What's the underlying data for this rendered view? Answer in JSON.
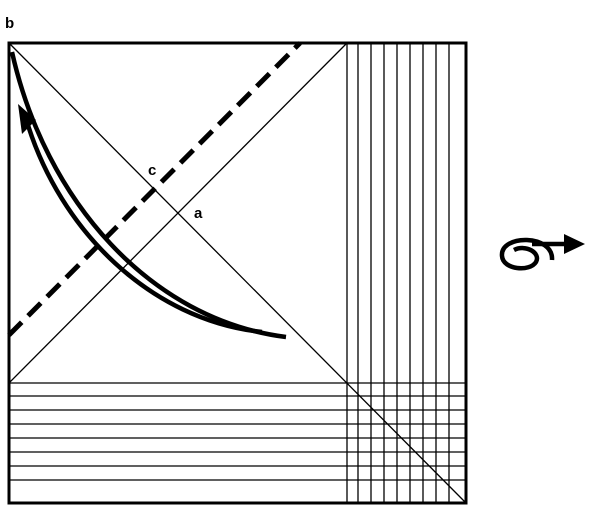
{
  "labels": {
    "corner": "b",
    "intersection_upper": "c",
    "intersection_lower": "a"
  },
  "icons": {
    "turn_over": "turn-over-arrow-icon",
    "fold_arrow": "curved-fold-arrow-icon"
  },
  "colors": {
    "ink": "#000000",
    "paper": "#ffffff"
  }
}
